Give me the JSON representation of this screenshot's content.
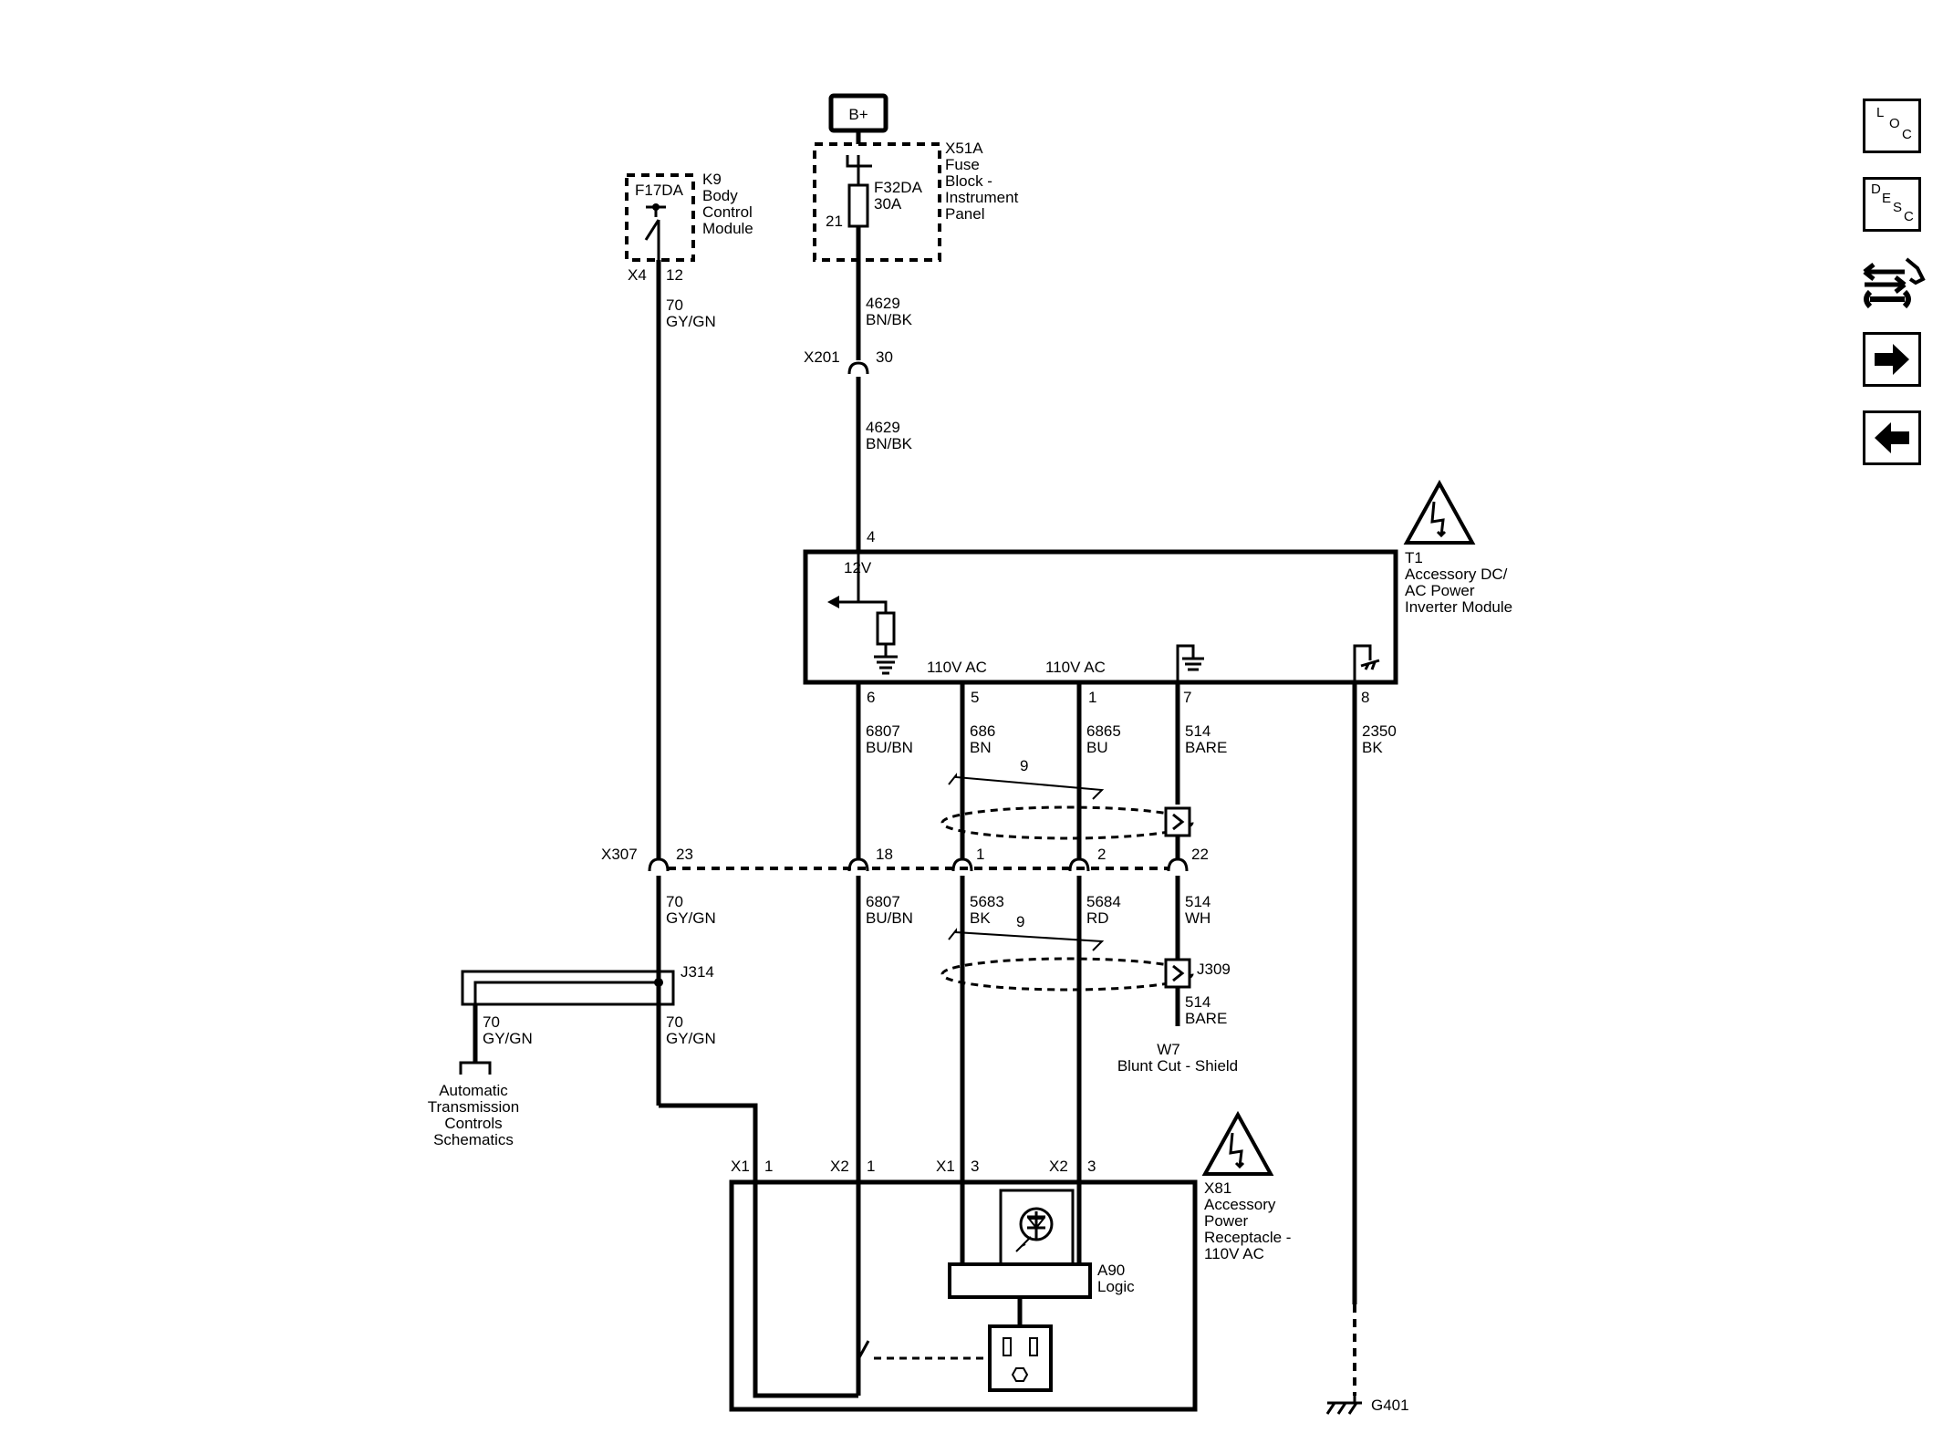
{
  "supply": {
    "label": "B+"
  },
  "fuse_block": {
    "id": "X51A",
    "name_lines": [
      "Fuse",
      "Block -",
      "Instrument",
      "Panel"
    ],
    "fuse_id": "F32DA",
    "fuse_rating": "30A",
    "pin": "21"
  },
  "bcm": {
    "fuse": "F17DA",
    "id": "K9",
    "name_lines": [
      "Body",
      "Control",
      "Module"
    ],
    "connector": "X4",
    "pin": "12"
  },
  "wires": {
    "w70_top": [
      "70",
      "GY/GN"
    ],
    "w4629_a": [
      "4629",
      "BN/BK"
    ],
    "w4629_b": [
      "4629",
      "BN/BK"
    ],
    "w6807_a": [
      "6807",
      "BU/BN"
    ],
    "w686": [
      "686",
      "BN"
    ],
    "w6865": [
      "6865",
      "BU"
    ],
    "w514_a": [
      "514",
      "BARE"
    ],
    "w2350": [
      "2350",
      "BK"
    ],
    "w70_mid": [
      "70",
      "GY/GN"
    ],
    "w6807_b": [
      "6807",
      "BU/BN"
    ],
    "w5683": [
      "5683",
      "BK"
    ],
    "w5684": [
      "5684",
      "RD"
    ],
    "w514_wh": [
      "514",
      "WH"
    ],
    "w514_b": [
      "514",
      "BARE"
    ],
    "w70_branch": [
      "70",
      "GY/GN"
    ],
    "w70_low": [
      "70",
      "GY/GN"
    ]
  },
  "x201": {
    "id": "X201",
    "pin": "30"
  },
  "inverter": {
    "id": "T1",
    "name_lines": [
      "Accessory DC/",
      "AC Power",
      "Inverter Module"
    ],
    "input_pin": "4",
    "input_label": "12V",
    "ac_label_a": "110V AC",
    "ac_label_b": "110V AC",
    "pins": [
      "6",
      "5",
      "1",
      "7",
      "8"
    ]
  },
  "twist_count": "9",
  "x307": {
    "id": "X307",
    "pins": [
      "23",
      "18",
      "1",
      "2",
      "22"
    ]
  },
  "j309": "J309",
  "j314": "J314",
  "w7": {
    "id": "W7",
    "name": "Blunt Cut - Shield"
  },
  "atc_ref": [
    "Automatic",
    "Transmission",
    "Controls",
    "Schematics"
  ],
  "receptacle": {
    "id": "X81",
    "name_lines": [
      "Accessory",
      "Power",
      "Receptacle -",
      "110V AC"
    ],
    "pins": [
      [
        "X1",
        "1"
      ],
      [
        "X2",
        "1"
      ],
      [
        "X1",
        "3"
      ],
      [
        "X2",
        "3"
      ]
    ],
    "logic_id": "A90",
    "logic_label": "Logic"
  },
  "ground": "G401",
  "nav": {
    "loc": [
      "L",
      "O",
      "C"
    ],
    "desc": [
      "D",
      "E",
      "S",
      "C"
    ]
  }
}
